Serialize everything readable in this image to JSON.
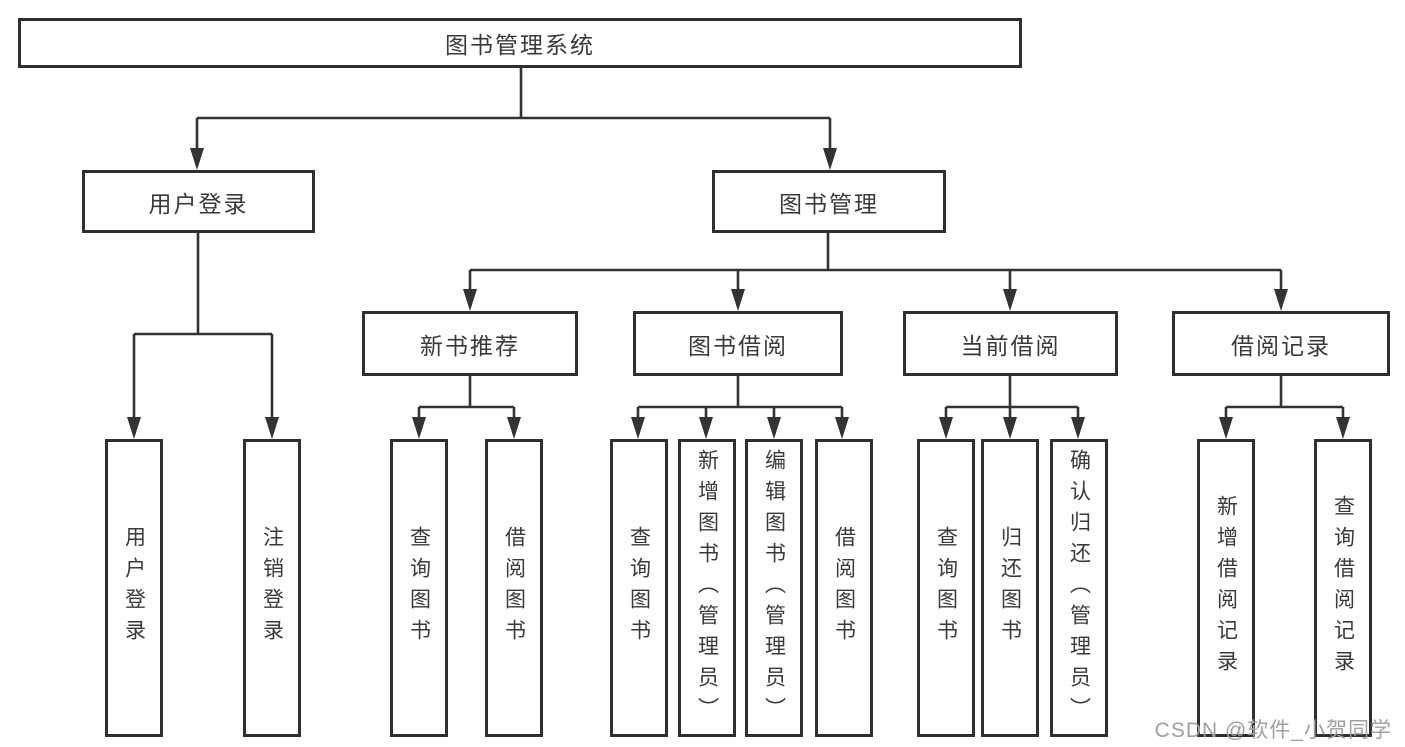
{
  "diagram": {
    "root": "图书管理系统",
    "level2": [
      "用户登录",
      "图书管理"
    ],
    "level3": [
      "新书推荐",
      "图书借阅",
      "当前借阅",
      "借阅记录"
    ],
    "leaves": {
      "user_login": [
        "用户登录",
        "注销登录"
      ],
      "new_book": [
        "查询图书",
        "借阅图书"
      ],
      "book_borrow": [
        "查询图书",
        "新增图书（管理员）",
        "编辑图书（管理员）",
        "借阅图书"
      ],
      "current_borrow": [
        "查询图书",
        "归还图书",
        "确认归还（管理员）"
      ],
      "borrow_records": [
        "新增借阅记录",
        "查询借阅记录"
      ]
    }
  },
  "watermark": "CSDN @软件_小贺同学",
  "colors": {
    "line": "#333333",
    "box_border": "#2f2f2f",
    "text": "#3a3a3a",
    "watermark": "#a0a0a0",
    "background": "#ffffff"
  }
}
